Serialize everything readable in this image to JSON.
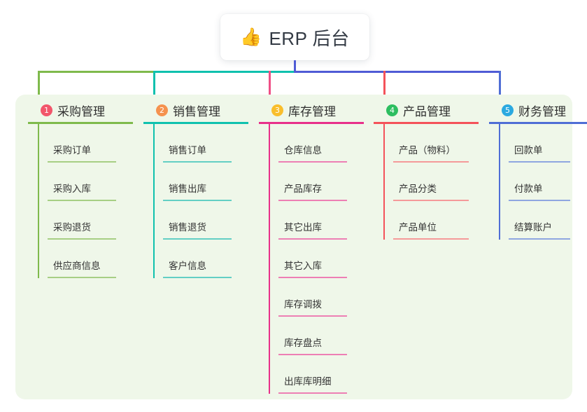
{
  "root": {
    "emoji": "👍",
    "icon_name": "thumbs-up-icon",
    "label": "ERP 后台"
  },
  "palette": {
    "canvas_bg": "#ffffff",
    "panel_bg": "#eff7e9",
    "root_card_bg": "#ffffff",
    "root_stub": "#4f5bd5",
    "bus_green": "#7fba4c",
    "bus_teal": "#10c1ae",
    "bus_indigo": "#4f5bd5",
    "text": "#343434"
  },
  "columns": [
    {
      "index": "1",
      "badge_color": "#f2566b",
      "line_color": "#7fba4c",
      "rule_color": "#a7cf84",
      "drop_color": "#7fba4c",
      "title": "采购管理",
      "items": [
        "采购订单",
        "采购入库",
        "采购退货",
        "供应商信息"
      ]
    },
    {
      "index": "2",
      "badge_color": "#f5924e",
      "line_color": "#10c1ae",
      "rule_color": "#63cfc4",
      "drop_color": "#10c1ae",
      "title": "销售管理",
      "items": [
        "销售订单",
        "销售出库",
        "销售退货",
        "客户信息"
      ]
    },
    {
      "index": "3",
      "badge_color": "#f9be2c",
      "line_color": "#e8308a",
      "rule_color": "#ed7fb4",
      "drop_color": "#ef4f86",
      "title": "库存管理",
      "items": [
        "仓库信息",
        "产品库存",
        "其它出库",
        "其它入库",
        "库存调拨",
        "库存盘点",
        "出库库明细"
      ]
    },
    {
      "index": "4",
      "badge_color": "#2dbe60",
      "line_color": "#f4525a",
      "rule_color": "#f59a9a",
      "drop_color": "#f4525a",
      "title": "产品管理",
      "items": [
        "产品（物料）",
        "产品分类",
        "产品单位"
      ]
    },
    {
      "index": "5",
      "badge_color": "#2ba9e0",
      "line_color": "#4f6ed5",
      "rule_color": "#8fa6e0",
      "drop_color": "#4f6ed5",
      "title": "财务管理",
      "items": [
        "回款单",
        "付款单",
        "结算账户"
      ]
    }
  ]
}
